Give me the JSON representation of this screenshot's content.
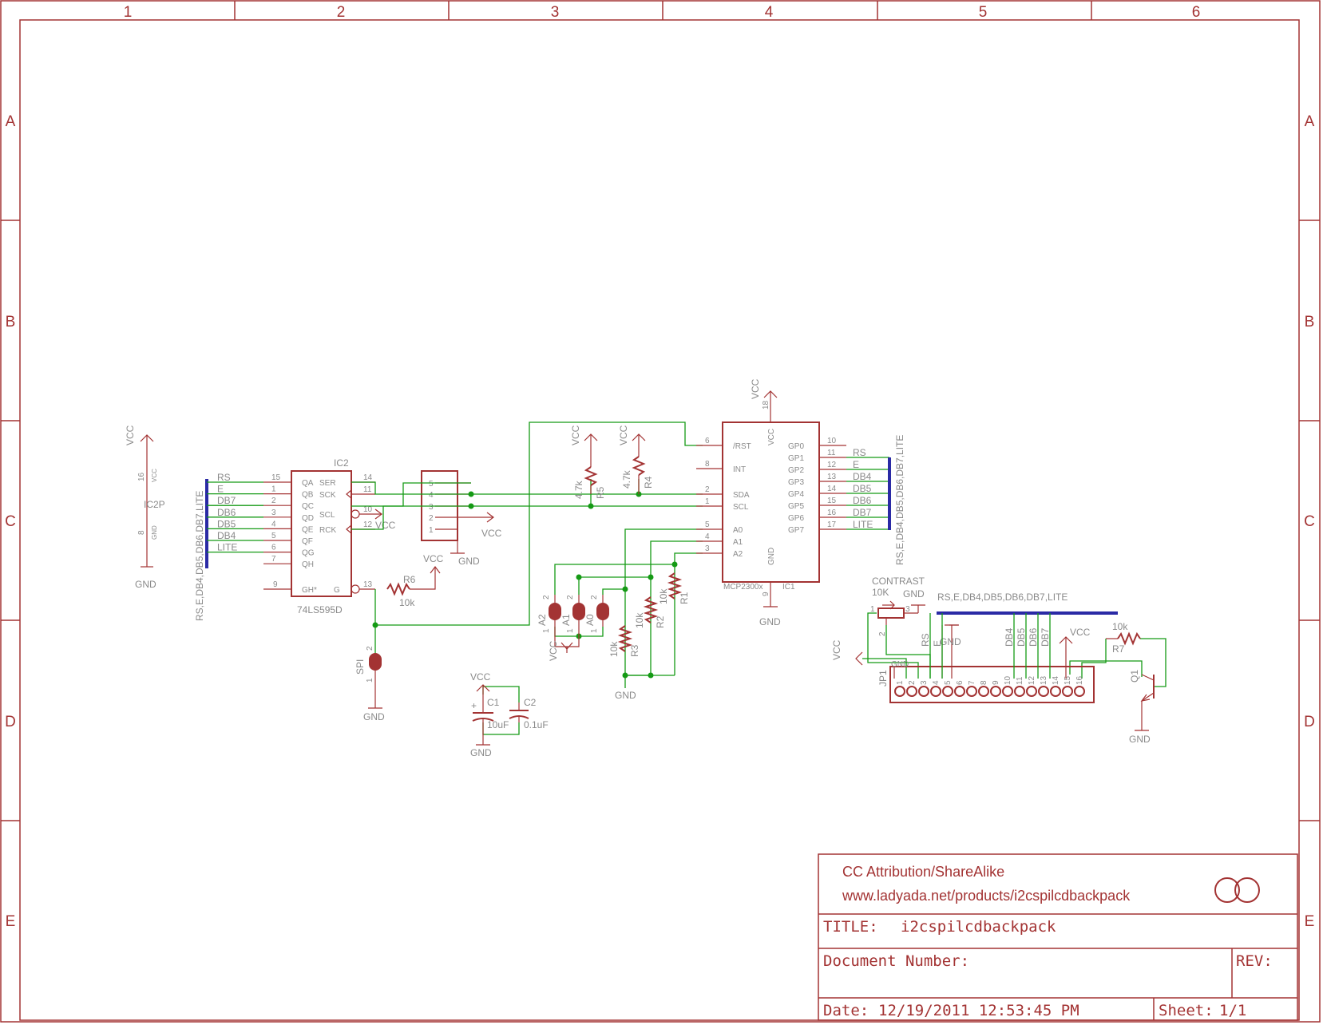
{
  "frame": {
    "columns": [
      "1",
      "2",
      "3",
      "4",
      "5",
      "6"
    ],
    "rows": [
      "A",
      "B",
      "C",
      "D",
      "E"
    ]
  },
  "title_block": {
    "license": "CC Attribution/ShareAlike",
    "url": "www.ladyada.net/products/i2cspilcdbackpack",
    "title_label": "TITLE:",
    "title": "i2cspilcdbackpack",
    "doc_label": "Document Number:",
    "rev_label": "REV:",
    "date_label": "Date:",
    "date": "12/19/2011 12:53:45 PM",
    "sheet_label": "Sheet:",
    "sheet": "1/1"
  },
  "ic2p": {
    "name": "IC2P",
    "vcc": "VCC",
    "gnd": "GND",
    "pin_vcc": "16",
    "pin_gnd": "8",
    "vcc_pin_name": "VCC",
    "gnd_pin_name": "GND"
  },
  "bus_left": "RS,E,DB4,DB5,DB6,DB7,LITE",
  "bus_right": "RS,E,DB4,DB5,DB6,DB7,LITE",
  "bus_jp1": "RS,E,DB4,DB5,DB6,DB7,LITE",
  "ic2": {
    "name": "IC2",
    "part": "74LS595D",
    "left_pins": [
      {
        "num": "15",
        "name": "QA",
        "net": "RS"
      },
      {
        "num": "1",
        "name": "QB",
        "net": "E"
      },
      {
        "num": "2",
        "name": "QC",
        "net": "DB7"
      },
      {
        "num": "3",
        "name": "QD",
        "net": "DB6"
      },
      {
        "num": "4",
        "name": "QE",
        "net": "DB5"
      },
      {
        "num": "5",
        "name": "QF",
        "net": "DB4"
      },
      {
        "num": "6",
        "name": "QG",
        "net": "LITE"
      },
      {
        "num": "7",
        "name": "QH",
        "net": ""
      }
    ],
    "gh_num": "9",
    "gh_name": "GH*",
    "right_pins": [
      {
        "num": "14",
        "name": "SER"
      },
      {
        "num": "11",
        "name": "SCK"
      },
      {
        "num": "10",
        "name": "SCL"
      },
      {
        "num": "12",
        "name": "RCK"
      }
    ],
    "g_num": "13",
    "g_name": "G",
    "vcc": "VCC"
  },
  "conn": {
    "pins": [
      "5",
      "4",
      "3",
      "2",
      "1"
    ],
    "vcc": "VCC",
    "gnd": "GND"
  },
  "r6": {
    "name": "R6",
    "value": "10k",
    "vcc": "VCC"
  },
  "spi": {
    "name": "SPI",
    "p2": "2",
    "p1": "1",
    "gnd": "GND"
  },
  "caps": {
    "vcc": "VCC",
    "gnd": "GND",
    "c1": "C1",
    "c1v": "10uF",
    "c2": "C2",
    "c2v": "0.1uF",
    "plus": "+"
  },
  "pullups": {
    "vcc": "VCC",
    "r5": "R5",
    "r5v": "4.7k",
    "r4": "R4",
    "r4v": "4.7k"
  },
  "addr_jumpers": [
    "A2",
    "A1",
    "A0"
  ],
  "addr_vcc": "VCC",
  "addr_res": [
    {
      "name": "R3",
      "value": "10k"
    },
    {
      "name": "R2",
      "value": "10k"
    },
    {
      "name": "R1",
      "value": "10k"
    }
  ],
  "addr_gnd": "GND",
  "ic1": {
    "name": "IC1",
    "part": "MCP2300x",
    "vcc_num": "18",
    "vcc": "VCC",
    "vcc_pin_name": "VCC",
    "gnd_num": "9",
    "gnd": "GND",
    "gnd_pin_name": "GND",
    "left_pins": [
      {
        "num": "6",
        "name": "/RST"
      },
      {
        "num": "8",
        "name": "INT"
      },
      {
        "num": "2",
        "name": "SDA"
      },
      {
        "num": "1",
        "name": "SCL"
      },
      {
        "num": "5",
        "name": "A0"
      },
      {
        "num": "4",
        "name": "A1"
      },
      {
        "num": "3",
        "name": "A2"
      }
    ],
    "right_pins": [
      {
        "num": "10",
        "name": "GP0",
        "net": ""
      },
      {
        "num": "11",
        "name": "GP1",
        "net": "RS"
      },
      {
        "num": "12",
        "name": "GP2",
        "net": "E"
      },
      {
        "num": "13",
        "name": "GP3",
        "net": "DB4"
      },
      {
        "num": "14",
        "name": "GP4",
        "net": "DB5"
      },
      {
        "num": "15",
        "name": "GP5",
        "net": "DB6"
      },
      {
        "num": "16",
        "name": "GP6",
        "net": "DB7"
      },
      {
        "num": "17",
        "name": "GP7",
        "net": "LITE"
      }
    ]
  },
  "contrast": {
    "label": "CONTRAST",
    "value": "10K",
    "gnd": "GND",
    "p1": "1",
    "p2": "2",
    "p3": "3"
  },
  "jp1": {
    "name": "JP1",
    "pins": [
      "1",
      "2",
      "3",
      "4",
      "5",
      "6",
      "7",
      "8",
      "9",
      "10",
      "11",
      "12",
      "13",
      "14",
      "15",
      "16"
    ],
    "vcc": "VCC",
    "gnd": "GND",
    "gnd_label": "GND",
    "nets": [
      "RS",
      "E",
      "DB4",
      "DB5",
      "DB6",
      "DB7"
    ]
  },
  "r7": {
    "name": "R7",
    "value": "10k",
    "vcc": "VCC"
  },
  "q1": {
    "name": "Q1",
    "gnd": "GND"
  }
}
